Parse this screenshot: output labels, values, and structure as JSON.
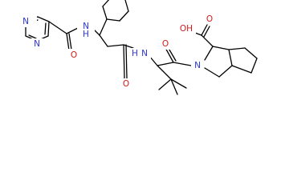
{
  "molecule": {
    "atoms": {
      "pyrazine_n_top": "N",
      "pyrazine_n_bottom": "N",
      "amide_nh_1": "N",
      "amide_h_1": "H",
      "amide_o_1": "O",
      "amide_nh_2": "N",
      "amide_h_2": "H",
      "amide_o_2": "O",
      "ketone_o": "O",
      "ring_n": "N",
      "acid_oh": "OH",
      "acid_o": "O"
    },
    "colors": {
      "bond": "#000000",
      "nitrogen": "#2b33d6",
      "oxygen": "#d31a1a"
    }
  }
}
